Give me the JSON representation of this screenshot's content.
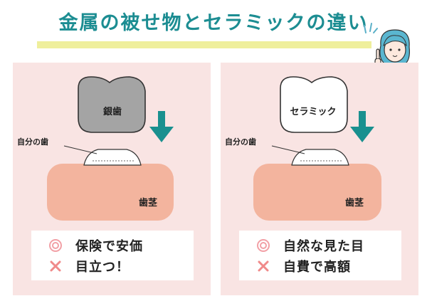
{
  "title": "金属の被せ物とセラミックの違い",
  "colors": {
    "title": "#1c8d92",
    "highlight": "#efef9c",
    "panel_bg": "#f9e4e3",
    "gum": "#f3b49e",
    "metal_crown": "#a4a4a4",
    "ceramic_crown": "#ffffff",
    "arrow": "#19908f",
    "good_mark": "#f2a0a6",
    "bad_mark": "#f08a8a"
  },
  "panels": {
    "left": {
      "crown_label": "銀歯",
      "tooth_label": "自分の歯",
      "gum_label": "歯茎",
      "pros": "保険で安価",
      "cons": "目立つ！"
    },
    "right": {
      "crown_label": "セラミック",
      "tooth_label": "自分の歯",
      "gum_label": "歯茎",
      "pros": "自然な見た目",
      "cons": "自費で高額"
    }
  },
  "icons": {
    "good": "double-circle-icon",
    "bad": "x-mark-icon",
    "arrow": "down-arrow-icon"
  }
}
